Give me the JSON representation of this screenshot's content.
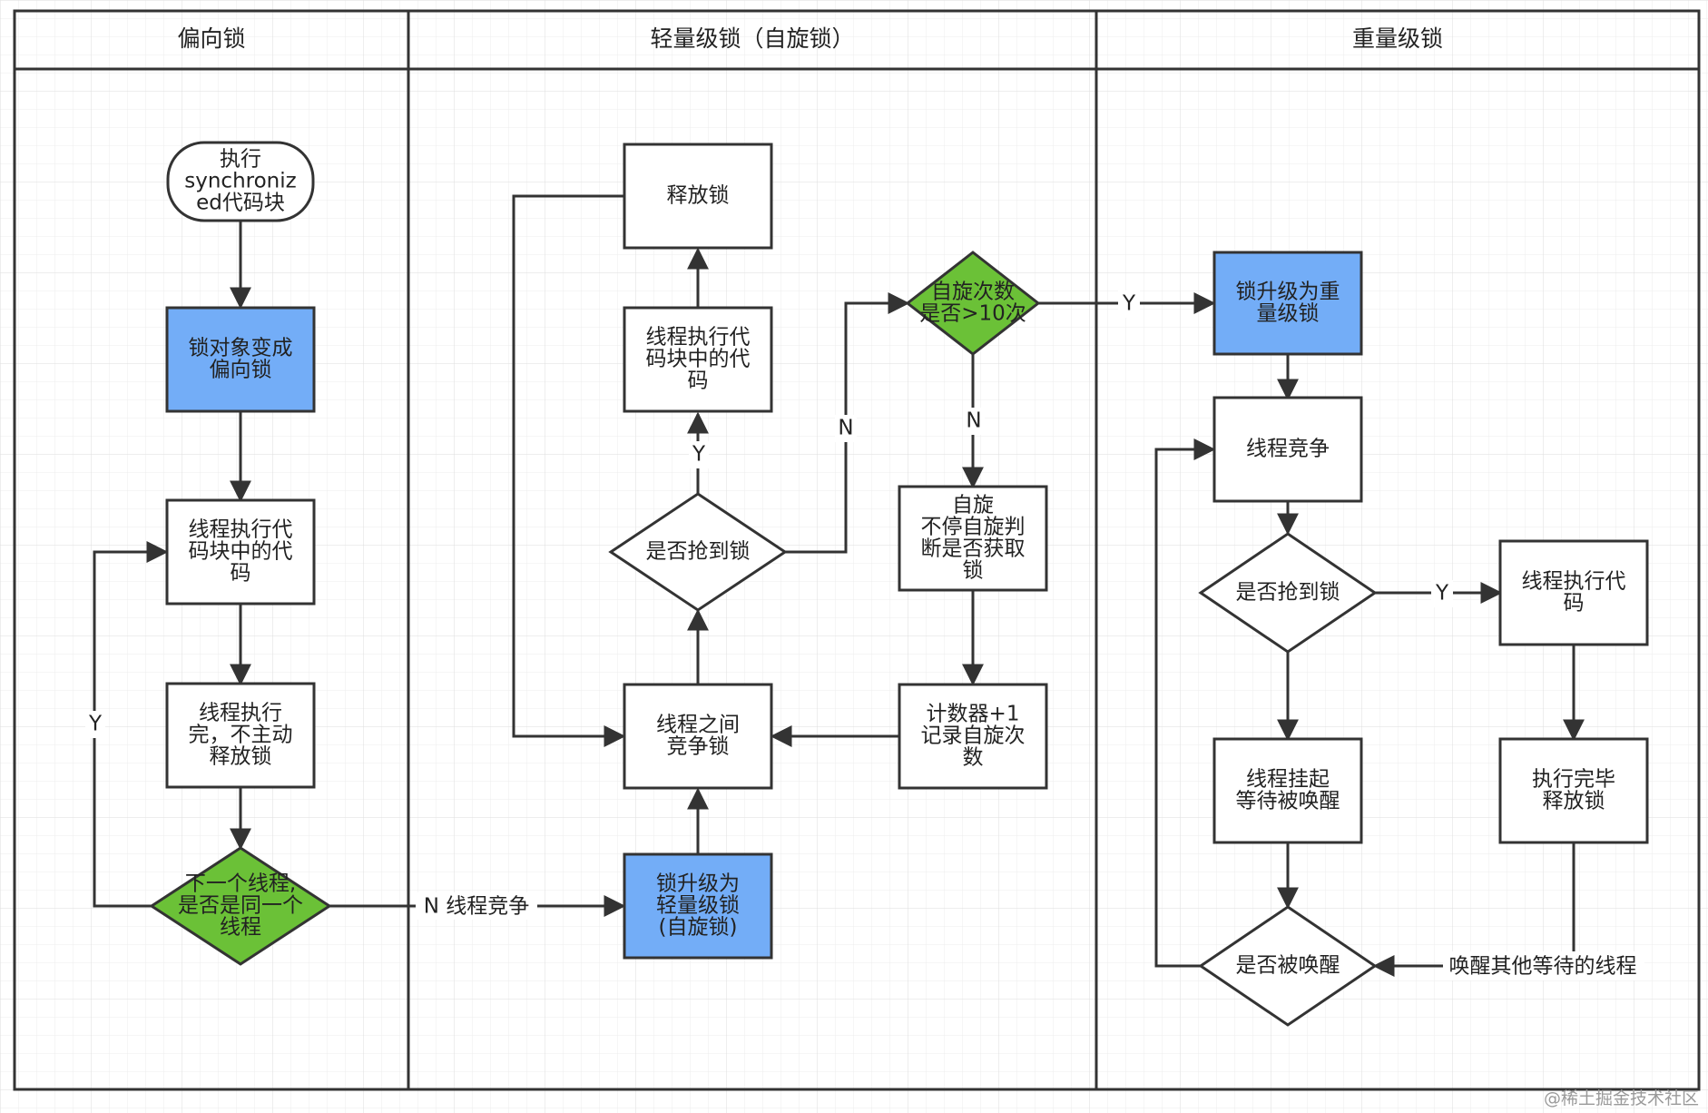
{
  "lanes": {
    "biased": "偏向锁",
    "lightweight": "轻量级锁（自旋锁）",
    "heavyweight": "重量级锁"
  },
  "nodes": {
    "exec_sync": [
      "执行",
      "synchroniz",
      "ed代码块"
    ],
    "to_biased": [
      "锁对象变成",
      "偏向锁"
    ],
    "b_exec": [
      "线程执行代",
      "码块中的代",
      "码"
    ],
    "b_done": [
      "线程执行",
      "完，不主动",
      "释放锁"
    ],
    "same_thread": [
      "下一个线程,",
      "是否是同一个",
      "线程"
    ],
    "release": [
      "释放锁"
    ],
    "l_exec": [
      "线程执行代",
      "码块中的代",
      "码"
    ],
    "l_grab": [
      "是否抢到锁"
    ],
    "l_compete": [
      "线程之间",
      "竞争锁"
    ],
    "to_light": [
      "锁升级为",
      "轻量级锁",
      "(自旋锁)"
    ],
    "spin_count": [
      "自旋次数",
      "是否>10次"
    ],
    "spin": [
      "自旋",
      "不停自旋判",
      "断是否获取",
      "锁"
    ],
    "counter": [
      "计数器+1",
      "记录自旋次",
      "数"
    ],
    "to_heavy": [
      "锁升级为重",
      "量级锁"
    ],
    "h_compete": [
      "线程竞争"
    ],
    "h_grab": [
      "是否抢到锁"
    ],
    "h_exec": [
      "线程执行代",
      "码"
    ],
    "h_suspend": [
      "线程挂起",
      "等待被唤醒"
    ],
    "h_done": [
      "执行完毕",
      "释放锁"
    ],
    "h_woken": [
      "是否被唤醒"
    ]
  },
  "edges": {
    "yes": "Y",
    "no": "N",
    "no_compete": "N 线程竞争",
    "wake_others": "唤醒其他等待的线程"
  },
  "watermark": "@稀土掘金技术社区",
  "colors": {
    "blue": "#73adf7",
    "green": "#6bc137",
    "stroke": "#333333",
    "grid": "#e6e6e6"
  }
}
